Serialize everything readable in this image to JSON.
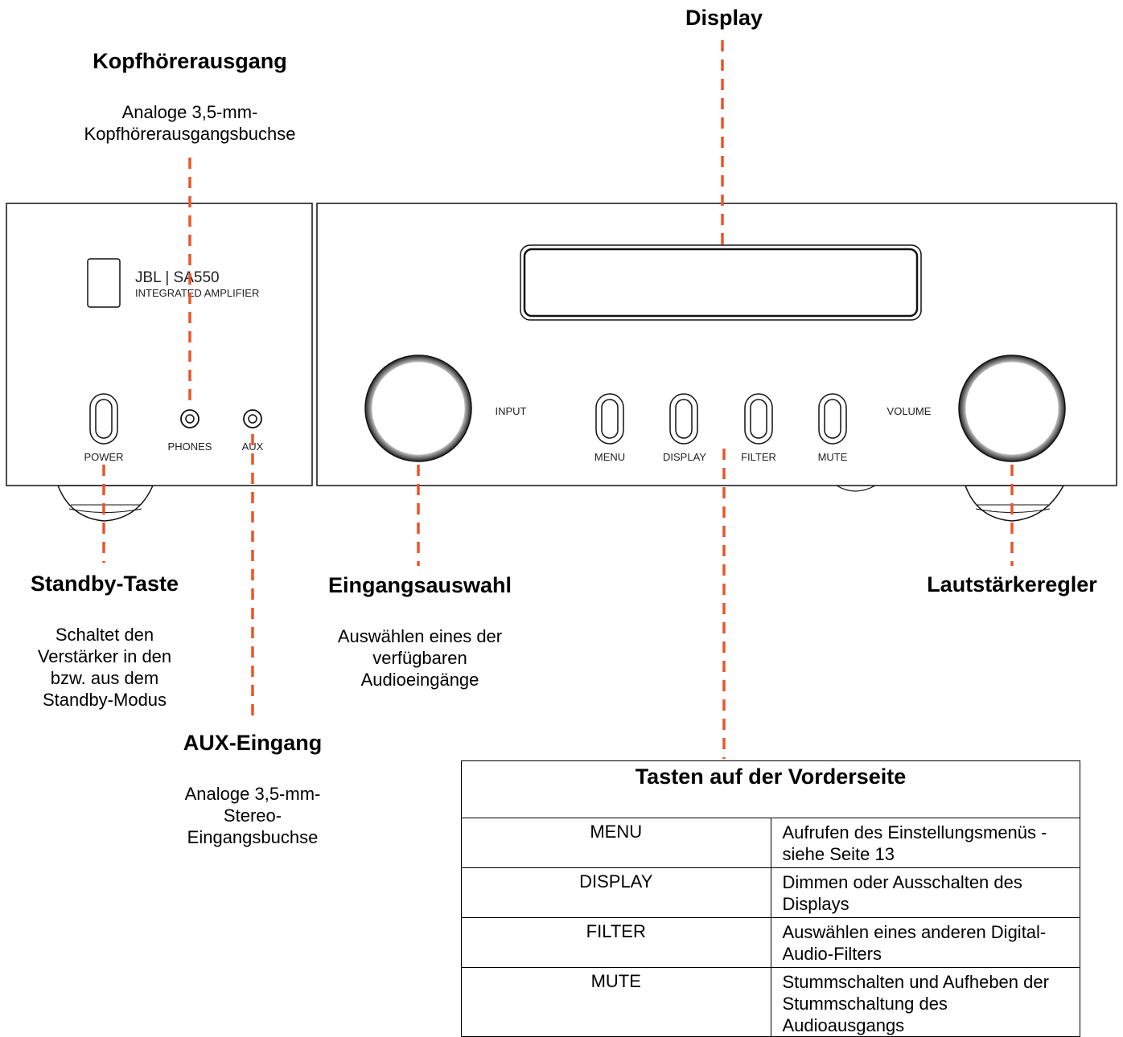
{
  "device": {
    "brand": "JBL | SA550",
    "model_desc": "INTEGRATED AMPLIFIER",
    "panel_labels": {
      "power": "POWER",
      "phones": "PHONES",
      "aux": "AUX",
      "input": "INPUT",
      "menu": "MENU",
      "display": "DISPLAY",
      "filter": "FILTER",
      "mute": "MUTE",
      "volume": "VOLUME"
    }
  },
  "callouts": {
    "display": {
      "title": "Display"
    },
    "headphone": {
      "title": "Kopfhörerausgang",
      "desc": "Analoge 3,5-mm-Kopfhörerausgangsbuchse"
    },
    "standby": {
      "title": "Standby-Taste",
      "desc": "Schaltet den Verstärker in den bzw. aus dem Standby-Modus"
    },
    "input_select": {
      "title": "Eingangsauswahl",
      "desc": "Auswählen eines der verfügbaren Audioeingänge"
    },
    "volume": {
      "title": "Lautstärkeregler"
    },
    "aux_in": {
      "title": "AUX-Eingang",
      "desc": "Analoge 3,5-mm-Stereo-Eingangsbuchse"
    }
  },
  "keys_table": {
    "title": "Tasten auf der Vorderseite",
    "rows": [
      {
        "key": "MENU",
        "desc": "Aufrufen des Einstellungsmenüs - siehe Seite 13"
      },
      {
        "key": "DISPLAY",
        "desc": "Dimmen oder Ausschalten des Displays"
      },
      {
        "key": "FILTER",
        "desc": "Auswählen eines anderen Digital-Audio-Filters"
      },
      {
        "key": "MUTE",
        "desc": "Stummschalten und Aufheben der Stummschaltung des Audioausgangs"
      }
    ]
  },
  "colors": {
    "leader": "#e8562a",
    "outline": "#111111"
  }
}
